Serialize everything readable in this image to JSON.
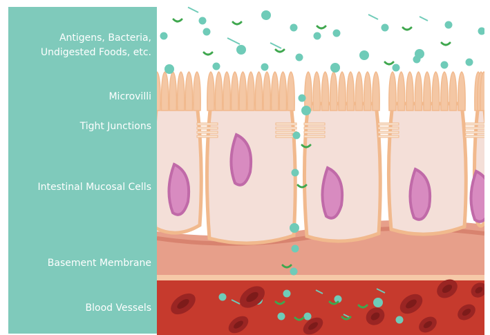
{
  "labels": {
    "antigens": "Antigens, Bacteria,\nUndigested Foods, etc.",
    "microvilli": "Microvilli",
    "tight_junctions": "Tight Junctions",
    "mucosal_cells": "Intestinal Mucosal Cells",
    "basement_membrane": "Basement Membrane",
    "blood_vessels": "Blood Vessels"
  },
  "colors": {
    "panel": "#7fcabb",
    "cell_fill": "#f4dfd8",
    "cell_edge": "#f1b98d",
    "nucleus": "#d88bc0",
    "nucleus_edge": "#c06aa8",
    "membrane": "#e79f8a",
    "blood": "#c63a2d",
    "red_cell": "#9a2523",
    "antigen_dot": "#6fcbb8",
    "antigen_arc": "#3fa74e"
  }
}
